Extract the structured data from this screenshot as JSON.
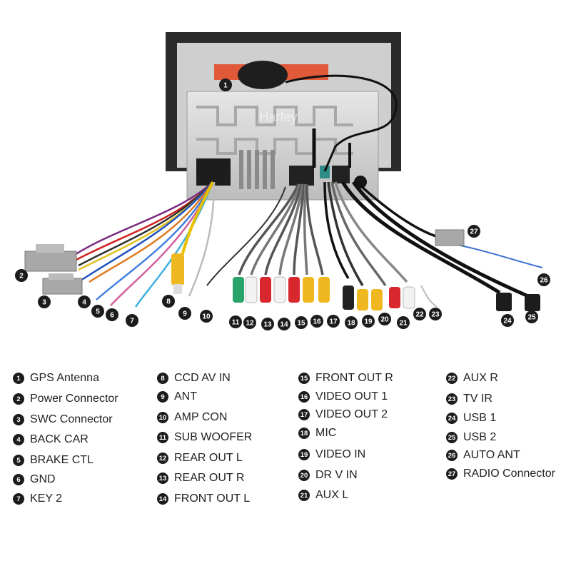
{
  "watermark": "Harfey",
  "callouts": [
    "1",
    "2",
    "3",
    "4",
    "5",
    "6",
    "7",
    "8",
    "9",
    "10",
    "11",
    "12",
    "13",
    "14",
    "15",
    "16",
    "17",
    "18",
    "19",
    "20",
    "21",
    "22",
    "23",
    "24",
    "25",
    "26",
    "27"
  ],
  "legend": [
    {
      "num": "1",
      "label": "GPS Antenna"
    },
    {
      "num": "2",
      "label": "Power Connector"
    },
    {
      "num": "3",
      "label": "SWC Connector"
    },
    {
      "num": "4",
      "label": "BACK CAR"
    },
    {
      "num": "5",
      "label": "BRAKE CTL"
    },
    {
      "num": "6",
      "label": "GND"
    },
    {
      "num": "7",
      "label": "KEY 2"
    },
    {
      "num": "8",
      "label": "CCD AV IN"
    },
    {
      "num": "9",
      "label": "ANT"
    },
    {
      "num": "10",
      "label": "AMP CON"
    },
    {
      "num": "11",
      "label": "SUB WOOFER"
    },
    {
      "num": "12",
      "label": "REAR OUT L"
    },
    {
      "num": "13",
      "label": "REAR OUT R"
    },
    {
      "num": "14",
      "label": "FRONT OUT L"
    },
    {
      "num": "15",
      "label": "FRONT OUT R"
    },
    {
      "num": "16",
      "label": "VIDEO OUT 1"
    },
    {
      "num": "17",
      "label": "VIDEO OUT 2"
    },
    {
      "num": "18",
      "label": "MIC"
    },
    {
      "num": "19",
      "label": "VIDEO IN"
    },
    {
      "num": "20",
      "label": "DR V IN"
    },
    {
      "num": "21",
      "label": "AUX L"
    },
    {
      "num": "22",
      "label": "AUX R"
    },
    {
      "num": "23",
      "label": "TV IR"
    },
    {
      "num": "24",
      "label": "USB 1"
    },
    {
      "num": "25",
      "label": "USB 2"
    },
    {
      "num": "26",
      "label": "AUTO ANT"
    },
    {
      "num": "27",
      "label": "RADIO Connector"
    }
  ],
  "colors": {
    "badge": "#1c1c1c",
    "rca_red": "#d8282e",
    "rca_white": "#f2f2f2",
    "rca_yellow": "#f0b820",
    "rca_green": "#2aa36a",
    "chassis": "#d6d6d6"
  }
}
